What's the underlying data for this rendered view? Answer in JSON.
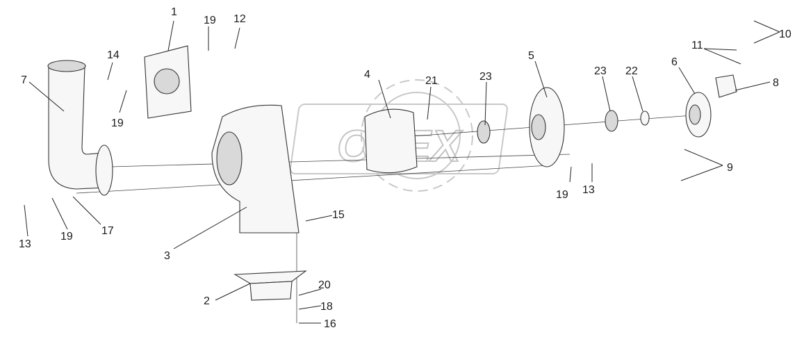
{
  "diagram": {
    "watermark": "OPEX",
    "callouts": {
      "c1": "1",
      "c2": "2",
      "c3": "3",
      "c4": "4",
      "c5": "5",
      "c6": "6",
      "c7": "7",
      "c8": "8",
      "c9": "9",
      "c10": "10",
      "c11": "11",
      "c12": "12",
      "c13a": "13",
      "c13b": "13",
      "c14": "14",
      "c15": "15",
      "c16": "16",
      "c17": "17",
      "c18": "18",
      "c19a": "19",
      "c19b": "19",
      "c19c": "19",
      "c19d": "19",
      "c20": "20",
      "c21": "21",
      "c22": "22",
      "c23a": "23",
      "c23b": "23"
    }
  }
}
